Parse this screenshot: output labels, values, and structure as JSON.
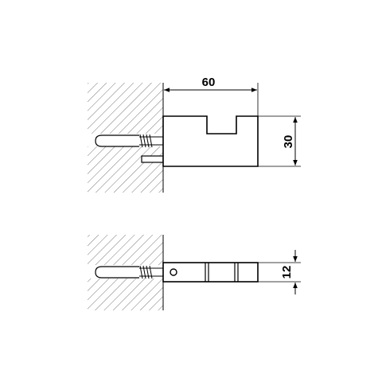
{
  "dimensions": {
    "width": "60",
    "height": "30",
    "thickness": "12"
  },
  "colors": {
    "line": "#000000",
    "hatch": "#555555",
    "background": "#ffffff"
  }
}
